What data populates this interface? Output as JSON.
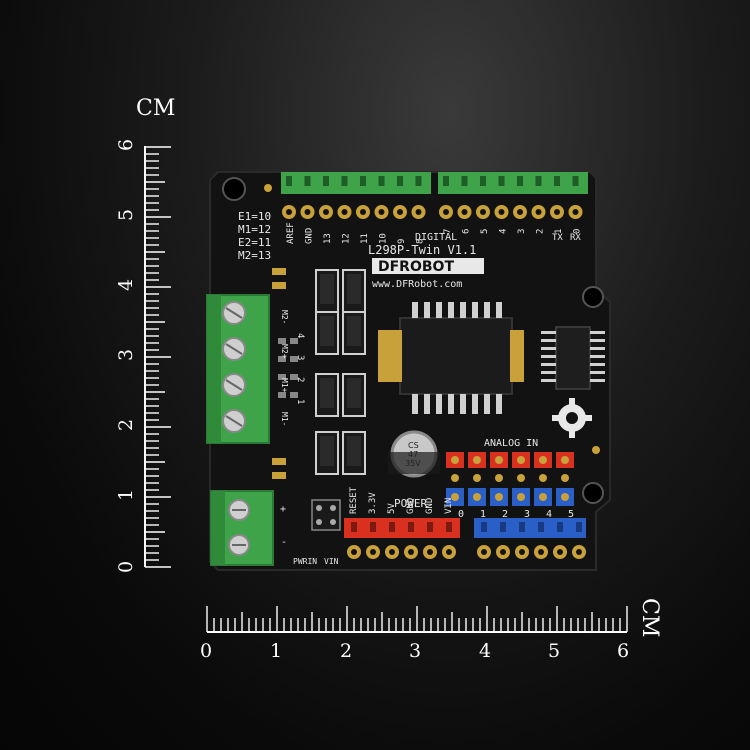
{
  "rulers": {
    "unit": "CM",
    "ticks": [
      "0",
      "1",
      "2",
      "3",
      "4",
      "5",
      "6"
    ]
  },
  "board": {
    "brand": "DFROBOT",
    "model": "L298P-Twin V1.1",
    "url": "www.DFRobot.com",
    "jumper_map": [
      "E1=10",
      "M1=12",
      "E2=11",
      "M2=13"
    ],
    "digital_header_label": "DIGITAL",
    "digital_pins_left": [
      "AREF",
      "GND",
      "13",
      "12",
      "11",
      "10",
      "9",
      "8"
    ],
    "digital_pins_right": [
      "7",
      "6",
      "5",
      "4",
      "3",
      "2",
      "1",
      "0"
    ],
    "tx_rx": [
      "TX",
      "RX"
    ],
    "motor_labels": [
      "M2-",
      "M2+",
      "M1+",
      "M1-"
    ],
    "motor_side_numbers": [
      "4",
      "3",
      "2",
      "1"
    ],
    "power_header_label": "POWER",
    "power_pins": [
      "RESET",
      "3.3V",
      "5V",
      "GND",
      "GND",
      "VIN"
    ],
    "power_in_labels": [
      "PWRIN",
      "VIN"
    ],
    "power_terminal_labels": [
      "+",
      "-"
    ],
    "analog_header_label": "ANALOG IN",
    "analog_pins": [
      "0",
      "1",
      "2",
      "3",
      "4",
      "5"
    ],
    "capacitor_text": [
      "CS",
      "47",
      "35V"
    ],
    "colors": {
      "pcb": "#111111",
      "terminal_green": "#3fa34a",
      "header_red": "#d9301f",
      "header_blue": "#2b5fc8",
      "silkscreen": "#e8e8e8"
    }
  }
}
